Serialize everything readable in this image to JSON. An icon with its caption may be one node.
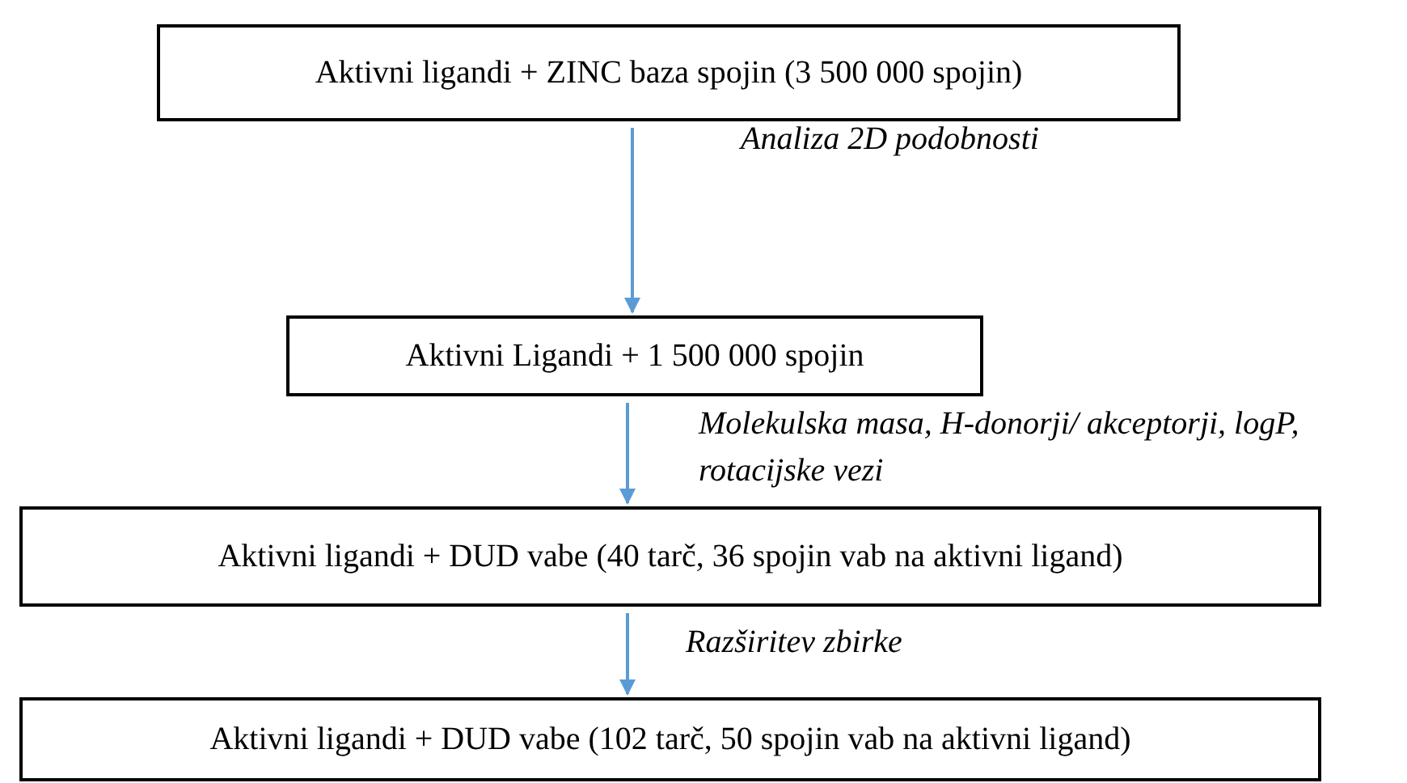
{
  "diagram": {
    "nodes": [
      {
        "text": [
          "Aktivni ligandi + ZINC baza spojin (3 500 000 spojin)"
        ]
      },
      {
        "text": [
          "Aktivni Ligandi + 1 500 000 spojin"
        ]
      },
      {
        "text": [
          "Aktivni ligandi + DUD vabe (40 tarč, 36 spojin vab na aktivni ligand)"
        ]
      },
      {
        "text": [
          "Aktivni ligandi + DUD vabe (102 tarč, 50 spojin vab na aktivni ligand)"
        ]
      }
    ],
    "edges": [
      {
        "from": 0,
        "to": 1,
        "arrow": "to",
        "label": "Analiza 2D podobnosti"
      },
      {
        "from": 1,
        "to": 2,
        "arrow": "to",
        "label": "Molekulska masa, H-donorji/ akceptorji, logP, rotacijske vezi"
      },
      {
        "from": 2,
        "to": 3,
        "arrow": "to",
        "label": "Razširitev zbirke"
      }
    ]
  }
}
